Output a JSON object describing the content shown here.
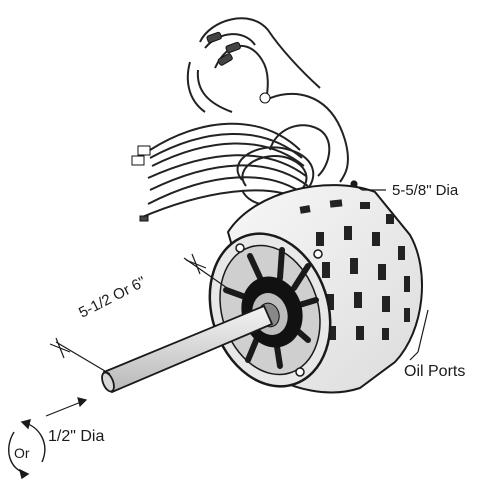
{
  "labels": {
    "housing_diameter": "5-5/8\" Dia",
    "shaft_length": "5-1/2 Or 6\"",
    "oil_ports": "Oil Ports",
    "shaft_diameter": "1/2\" Dia",
    "rotation": "Or"
  },
  "colors": {
    "line": "#1a1a1a",
    "body": "#f2f2f2",
    "shade": "#c9c9c9",
    "dark": "#2a2a2a"
  }
}
